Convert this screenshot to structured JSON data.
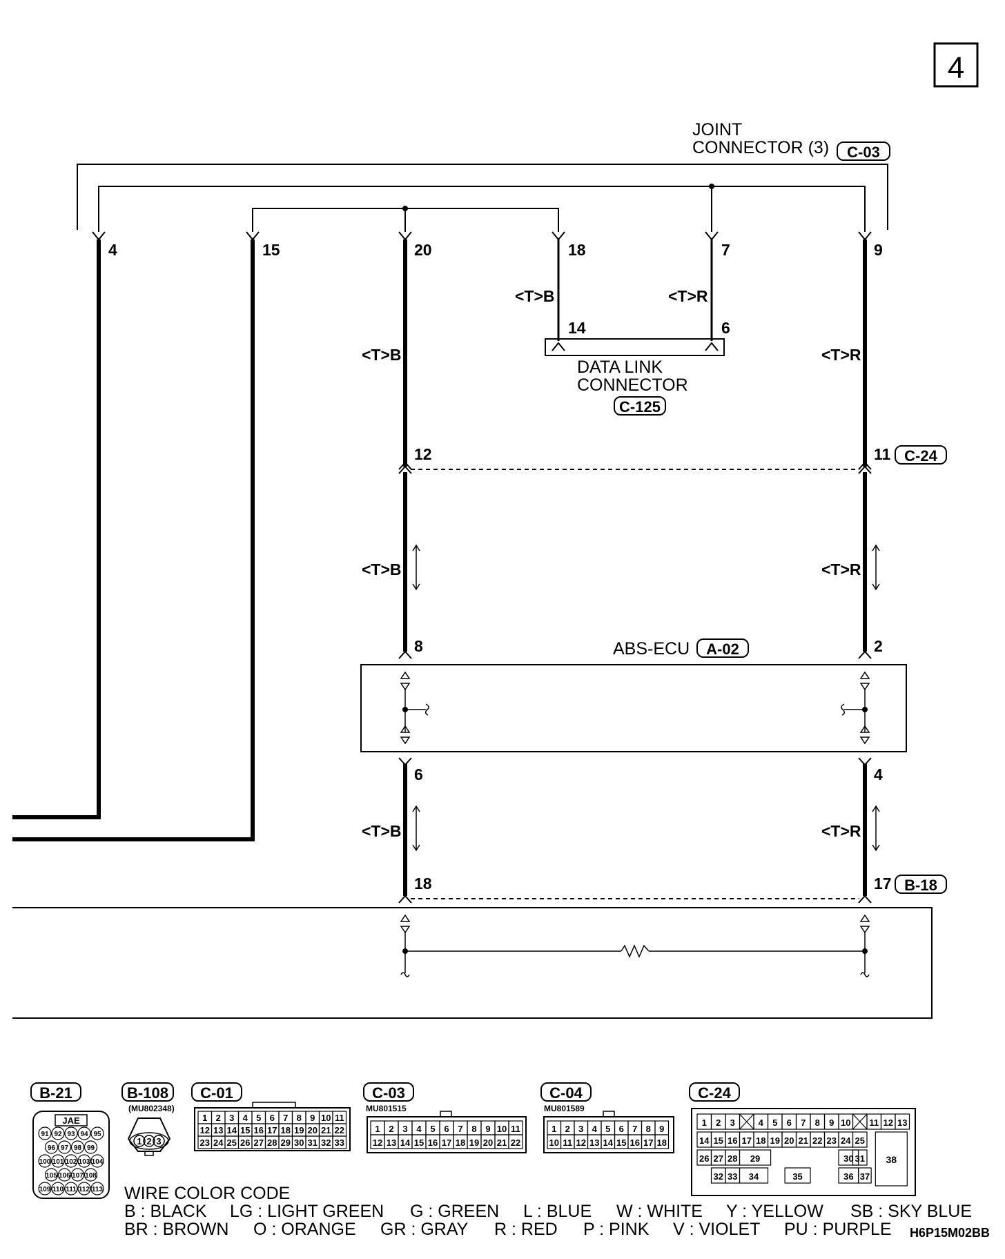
{
  "page_number": "4",
  "joint_connector": {
    "title_line1": "JOINT",
    "title_line2": "CONNECTOR (3)",
    "code": "C-03",
    "pins": [
      "4",
      "15",
      "20",
      "18",
      "7",
      "9"
    ]
  },
  "data_link_connector": {
    "title_line1": "DATA LINK",
    "title_line2": "CONNECTOR",
    "code": "C-125",
    "pins": [
      "14",
      "6"
    ]
  },
  "wire_labels": {
    "tb": "<T>B",
    "tr": "<T>R"
  },
  "c24_junction": {
    "left_pin": "12",
    "right_pin": "11",
    "code": "C-24"
  },
  "abs_ecu": {
    "title": "ABS-ECU",
    "code": "A-02",
    "top_pins": [
      "8",
      "2"
    ],
    "bottom_pins": [
      "6",
      "4"
    ]
  },
  "b18_junction": {
    "left_pin": "18",
    "right_pin": "17",
    "code": "B-18"
  },
  "connector_views": {
    "b21": {
      "code": "B-21",
      "maker": "JAE",
      "rows": [
        [
          "91",
          "92",
          "93",
          "94",
          "95"
        ],
        [
          "96",
          "97",
          "98",
          "99"
        ],
        [
          "100",
          "101",
          "102",
          "103",
          "104"
        ],
        [
          "105",
          "106",
          "107",
          "108"
        ],
        [
          "109",
          "110",
          "111",
          "112",
          "113"
        ]
      ]
    },
    "b108": {
      "code": "B-108",
      "part": "(MU802348)",
      "pins": [
        "1",
        "2",
        "3"
      ]
    },
    "c01": {
      "code": "C-01",
      "rows": [
        [
          "1",
          "2",
          "3",
          "4",
          "5",
          "6",
          "7",
          "8",
          "9",
          "10",
          "11"
        ],
        [
          "12",
          "13",
          "14",
          "15",
          "16",
          "17",
          "18",
          "19",
          "20",
          "21",
          "22"
        ],
        [
          "23",
          "24",
          "25",
          "26",
          "27",
          "28",
          "29",
          "30",
          "31",
          "32",
          "33"
        ]
      ]
    },
    "c03": {
      "code": "C-03",
      "part": "MU801515",
      "rows": [
        [
          "1",
          "2",
          "3",
          "4",
          "5",
          "6",
          "7",
          "8",
          "9",
          "10",
          "11"
        ],
        [
          "12",
          "13",
          "14",
          "15",
          "16",
          "17",
          "18",
          "19",
          "20",
          "21",
          "22"
        ]
      ]
    },
    "c04": {
      "code": "C-04",
      "part": "MU801589",
      "rows": [
        [
          "1",
          "2",
          "3",
          "4",
          "5",
          "6",
          "7",
          "8",
          "9"
        ],
        [
          "10",
          "11",
          "12",
          "13",
          "14",
          "15",
          "16",
          "17",
          "18"
        ]
      ]
    },
    "c24": {
      "code": "C-24",
      "row1": [
        "1",
        "2",
        "3",
        "",
        "4",
        "5",
        "6",
        "7",
        "8",
        "9",
        "10",
        "",
        "11",
        "12",
        "13"
      ],
      "row2": [
        "14",
        "15",
        "16",
        "17",
        "18",
        "19",
        "20",
        "21",
        "22",
        "23",
        "24",
        "25"
      ],
      "row3": [
        "26",
        "27",
        "28",
        "29",
        "30",
        "31"
      ],
      "row4": [
        "32",
        "33",
        "34",
        "35",
        "36",
        "37"
      ],
      "big": "38"
    }
  },
  "wire_color_code": {
    "title": "WIRE COLOR CODE",
    "line1": [
      "B : BLACK",
      "LG : LIGHT GREEN",
      "G : GREEN",
      "L : BLUE",
      "W : WHITE",
      "Y : YELLOW",
      "SB : SKY BLUE"
    ],
    "line2": [
      "BR : BROWN",
      "O : ORANGE",
      "GR : GRAY",
      "R : RED",
      "P : PINK",
      "V : VIOLET",
      "PU : PURPLE"
    ]
  },
  "drawing_id": "H6P15M02BB"
}
